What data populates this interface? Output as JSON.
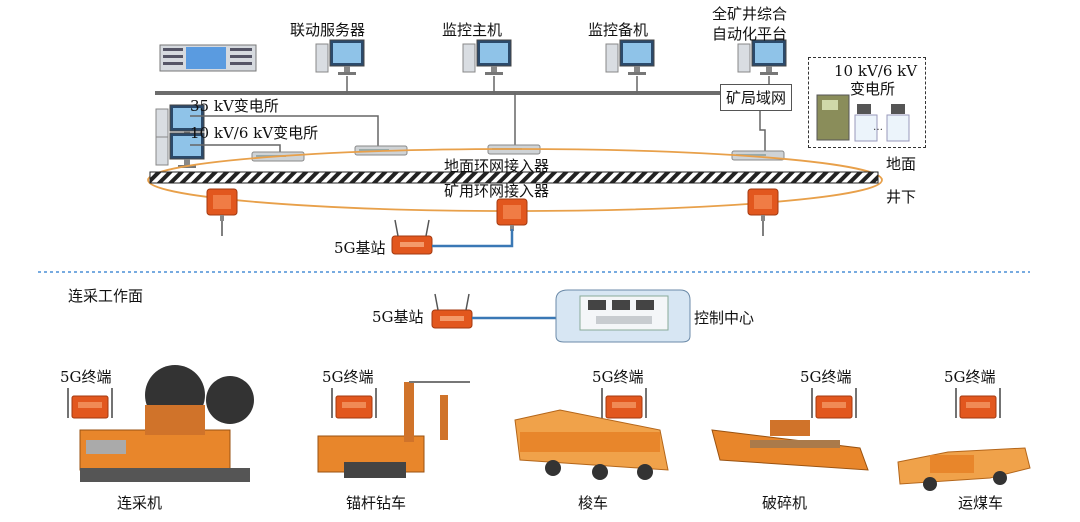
{
  "top": {
    "linkage_server": "联动服务器",
    "monitor_host": "监控主机",
    "monitor_backup": "监控备机",
    "mine_platform_line1": "全矿井综合",
    "mine_platform_line2": "自动化平台",
    "mine_lan": "矿局域网",
    "substation_35kv": "35 kV变电所",
    "substation_10_6kv": "10 kV/6 kV变电所",
    "dashed_substation_line1": "10 kV/6 kV",
    "dashed_substation_line2": "变电所",
    "ground_ring_access": "地面环网接入器",
    "mine_ring_access": "矿用环网接入器",
    "ground": "地面",
    "underground": "井下",
    "base_station_5g": "5G基站"
  },
  "bottom": {
    "workface": "连采工作面",
    "base_station_5g": "5G基站",
    "control_center": "控制中心",
    "terminal": "5G终端",
    "machines": [
      "连采机",
      "锚杆钻车",
      "梭车",
      "破碎机",
      "运煤车"
    ]
  },
  "colors": {
    "ring": "#e8a04a",
    "orange_device": "#e2571e",
    "machine_orange": "#e8862b",
    "link_blue": "#3a78b5",
    "divider_blue": "#4a8fd6"
  }
}
